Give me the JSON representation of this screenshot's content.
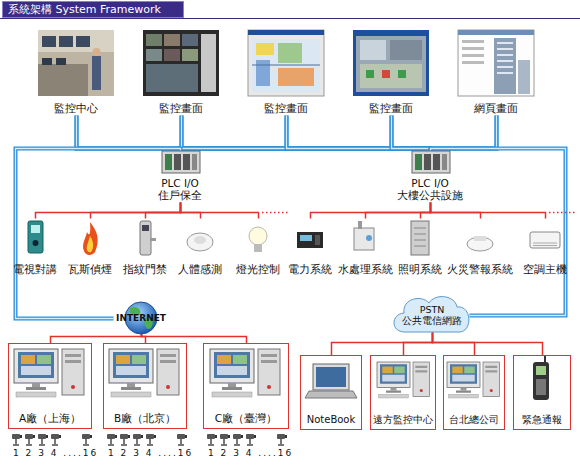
{
  "diagram": {
    "title": "系統架構 System Framework",
    "nodes": [
      {
        "text": [
          "監控中心"
        ]
      },
      {
        "text": [
          "監控畫面"
        ]
      },
      {
        "text": [
          "監控畫面"
        ]
      },
      {
        "text": [
          "監控畫面"
        ]
      },
      {
        "text": [
          "網頁畫面"
        ]
      },
      {
        "text": [
          "PLC I/O 住戶保全"
        ]
      },
      {
        "text": [
          "PLC I/O 大樓公共設施"
        ]
      },
      {
        "text": [
          "電視對講"
        ]
      },
      {
        "text": [
          "瓦斯偵煙"
        ]
      },
      {
        "text": [
          "指紋門禁"
        ]
      },
      {
        "text": [
          "人體感測"
        ]
      },
      {
        "text": [
          "燈光控制"
        ]
      },
      {
        "text": [
          "電力系統"
        ]
      },
      {
        "text": [
          "水處理系統"
        ]
      },
      {
        "text": [
          "照明系統"
        ]
      },
      {
        "text": [
          "火災警報系統"
        ]
      },
      {
        "text": [
          "空調主機"
        ]
      },
      {
        "text": [
          "INTERNET"
        ]
      },
      {
        "text": [
          "PSTN 公共電信網路"
        ]
      },
      {
        "text": [
          "A廠（上海）"
        ]
      },
      {
        "text": [
          "B廠（北京）"
        ]
      },
      {
        "text": [
          "C廠（臺灣）"
        ]
      },
      {
        "text": [
          "NoteBook"
        ]
      },
      {
        "text": [
          "遠方監控中心"
        ]
      },
      {
        "text": [
          "台北總公司"
        ]
      },
      {
        "text": [
          "緊急通報"
        ]
      }
    ],
    "edges": [
      {
        "from": 0,
        "to": 5,
        "arrow": "none"
      },
      {
        "from": 1,
        "to": 5,
        "arrow": "none"
      },
      {
        "from": 2,
        "to": 5,
        "arrow": "none"
      },
      {
        "from": 3,
        "to": 5,
        "arrow": "none"
      },
      {
        "from": 4,
        "to": 5,
        "arrow": "none"
      },
      {
        "from": 0,
        "to": 6,
        "arrow": "none"
      },
      {
        "from": 1,
        "to": 6,
        "arrow": "none"
      },
      {
        "from": 2,
        "to": 6,
        "arrow": "none"
      },
      {
        "from": 3,
        "to": 6,
        "arrow": "none"
      },
      {
        "from": 4,
        "to": 6,
        "arrow": "none"
      },
      {
        "from": 5,
        "to": 17,
        "arrow": "none"
      },
      {
        "from": 6,
        "to": 18,
        "arrow": "none"
      },
      {
        "from": 5,
        "to": 7,
        "arrow": "none"
      },
      {
        "from": 5,
        "to": 8,
        "arrow": "none"
      },
      {
        "from": 5,
        "to": 9,
        "arrow": "none"
      },
      {
        "from": 5,
        "to": 10,
        "arrow": "none"
      },
      {
        "from": 5,
        "to": 11,
        "arrow": "none"
      },
      {
        "from": 6,
        "to": 12,
        "arrow": "none"
      },
      {
        "from": 6,
        "to": 13,
        "arrow": "none"
      },
      {
        "from": 6,
        "to": 14,
        "arrow": "none"
      },
      {
        "from": 6,
        "to": 15,
        "arrow": "none"
      },
      {
        "from": 6,
        "to": 16,
        "arrow": "none"
      },
      {
        "from": 17,
        "to": 19,
        "arrow": "none"
      },
      {
        "from": 17,
        "to": 20,
        "arrow": "none"
      },
      {
        "from": 17,
        "to": 21,
        "arrow": "none"
      },
      {
        "from": 18,
        "to": 22,
        "arrow": "none"
      },
      {
        "from": 18,
        "to": 23,
        "arrow": "none"
      },
      {
        "from": 18,
        "to": 24,
        "arrow": "none"
      },
      {
        "from": 18,
        "to": 25,
        "arrow": "none"
      }
    ],
    "labels": [
      "1 2 3 4 ....16",
      "1 2 3 4 ....16",
      "1 2 3 4 ....16"
    ]
  }
}
